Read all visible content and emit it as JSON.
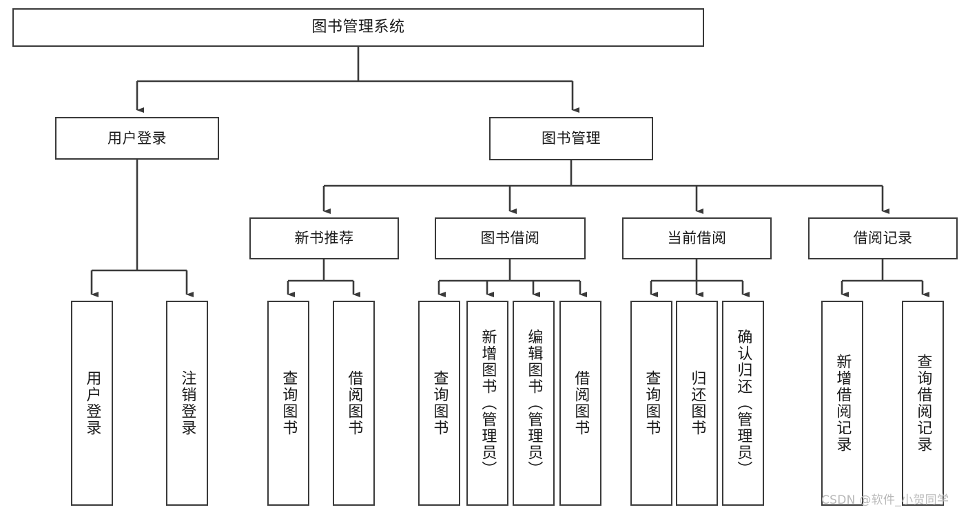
{
  "diagram": {
    "title": "图书管理系统",
    "type": "hierarchy-tree",
    "watermark": "CSDN @软件_小贺同学",
    "colors": {
      "box_border": "#3a3a3a",
      "box_fill": "#ffffff",
      "connector": "#3a3a3a",
      "text": "#1a1a1a",
      "watermark": "#b9b9b9"
    },
    "nodes": {
      "root": {
        "label": "图书管理系统"
      },
      "level2": [
        {
          "label": "用户登录"
        },
        {
          "label": "图书管理"
        }
      ],
      "level3": [
        {
          "label": "新书推荐"
        },
        {
          "label": "图书借阅"
        },
        {
          "label": "当前借阅"
        },
        {
          "label": "借阅记录"
        }
      ],
      "leaves": {
        "user_login": [
          {
            "label": "用户登录"
          },
          {
            "label": "注销登录"
          }
        ],
        "new_book_recommend": [
          {
            "label": "查询图书"
          },
          {
            "label": "借阅图书"
          }
        ],
        "book_borrow": [
          {
            "label": "查询图书"
          },
          {
            "label": "新增图书（管理员）"
          },
          {
            "label": "编辑图书（管理员）"
          },
          {
            "label": "借阅图书"
          }
        ],
        "current_borrow": [
          {
            "label": "查询图书"
          },
          {
            "label": "归还图书"
          },
          {
            "label": "确认归还（管理员）"
          }
        ],
        "borrow_record": [
          {
            "label": "新增借阅记录"
          },
          {
            "label": "查询借阅记录"
          }
        ]
      }
    }
  }
}
